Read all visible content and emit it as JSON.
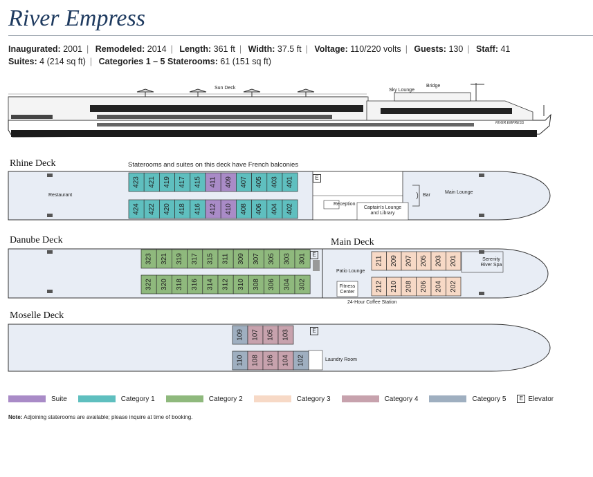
{
  "ship": {
    "name": "River Empress"
  },
  "specs": [
    {
      "label": "Inaugurated:",
      "value": "2001"
    },
    {
      "label": "Remodeled:",
      "value": "2014"
    },
    {
      "label": "Length:",
      "value": "361 ft"
    },
    {
      "label": "Width:",
      "value": "37.5 ft"
    },
    {
      "label": "Voltage:",
      "value": "110/220 volts"
    },
    {
      "label": "Guests:",
      "value": "130"
    },
    {
      "label": "Staff:",
      "value": "41"
    },
    {
      "label": "Suites:",
      "value": "4 (214 sq ft)"
    },
    {
      "label": "Categories 1 – 5 Staterooms:",
      "value": "61 (151 sq ft)"
    }
  ],
  "profile": {
    "sun_deck": "Sun Deck",
    "sky_lounge": "Sky Lounge",
    "bridge": "Bridge",
    "hull_name": "RIVER EMPRESS"
  },
  "decks": {
    "rhine": {
      "title": "Rhine Deck",
      "note": "Staterooms and suites on this deck have French balconies",
      "restaurant": "Restaurant",
      "reception": "Reception",
      "captains_lounge": "Captain's Lounge and Library",
      "bar": "Bar",
      "main_lounge": "Main Lounge",
      "elevator": "E",
      "top_row": [
        "423",
        "421",
        "419",
        "417",
        "415",
        "411",
        "409",
        "407",
        "405",
        "403",
        "401"
      ],
      "bottom_row": [
        "424",
        "422",
        "420",
        "418",
        "416",
        "412",
        "410",
        "408",
        "406",
        "404",
        "402"
      ],
      "top_cats": [
        "c1",
        "c1",
        "c1",
        "c1",
        "c1",
        "suite",
        "suite",
        "c1",
        "c1",
        "c1",
        "c1"
      ],
      "bottom_cats": [
        "c1",
        "c1",
        "c1",
        "c1",
        "c1",
        "suite",
        "suite",
        "c1",
        "c1",
        "c1",
        "c1"
      ]
    },
    "danube": {
      "title": "Danube Deck",
      "elevator": "E",
      "top_row": [
        "323",
        "321",
        "319",
        "317",
        "315",
        "311",
        "309",
        "307",
        "305",
        "303",
        "301"
      ],
      "bottom_row": [
        "322",
        "320",
        "318",
        "316",
        "314",
        "312",
        "310",
        "308",
        "306",
        "304",
        "302"
      ]
    },
    "main": {
      "title": "Main Deck",
      "patio_lounge": "Patio Lounge",
      "fitness_center": "Fitness Center",
      "spa": "Serenity River Spa",
      "coffee": "24-Hour Coffee Station",
      "top_row": [
        "211",
        "209",
        "207",
        "205",
        "203",
        "201"
      ],
      "bottom_row": [
        "212",
        "210",
        "208",
        "206",
        "204",
        "202"
      ]
    },
    "moselle": {
      "title": "Moselle Deck",
      "elevator": "E",
      "laundry": "Laundry Room",
      "top_row": [
        "109",
        "107",
        "105",
        "103"
      ],
      "bottom_row": [
        "110",
        "108",
        "106",
        "104",
        "102"
      ],
      "top_cats": [
        "c5",
        "c4",
        "c4",
        "c4"
      ],
      "bottom_cats": [
        "c5",
        "c4",
        "c4",
        "c4",
        "c5"
      ]
    }
  },
  "legend": [
    {
      "label": "Suite",
      "color": "#a98bc7"
    },
    {
      "label": "Category 1",
      "color": "#5fbfbf"
    },
    {
      "label": "Category 2",
      "color": "#8fb97d"
    },
    {
      "label": "Category 3",
      "color": "#f7d9c6"
    },
    {
      "label": "Category 4",
      "color": "#c7a2ad"
    },
    {
      "label": "Category 5",
      "color": "#9fafc0"
    }
  ],
  "legend_elevator": {
    "key": "E",
    "label": "Elevator"
  },
  "colors": {
    "suite": "#a98bc7",
    "c1": "#5fbfbf",
    "c2": "#8fb97d",
    "c3": "#f7d9c6",
    "c4": "#c7a2ad",
    "c5": "#9fafc0",
    "deck_fill": "#e8edf5",
    "title": "#1e3a5f"
  },
  "footnote": {
    "bold": "Note:",
    "text": " Adjoining staterooms are available; please inquire at time of booking."
  }
}
